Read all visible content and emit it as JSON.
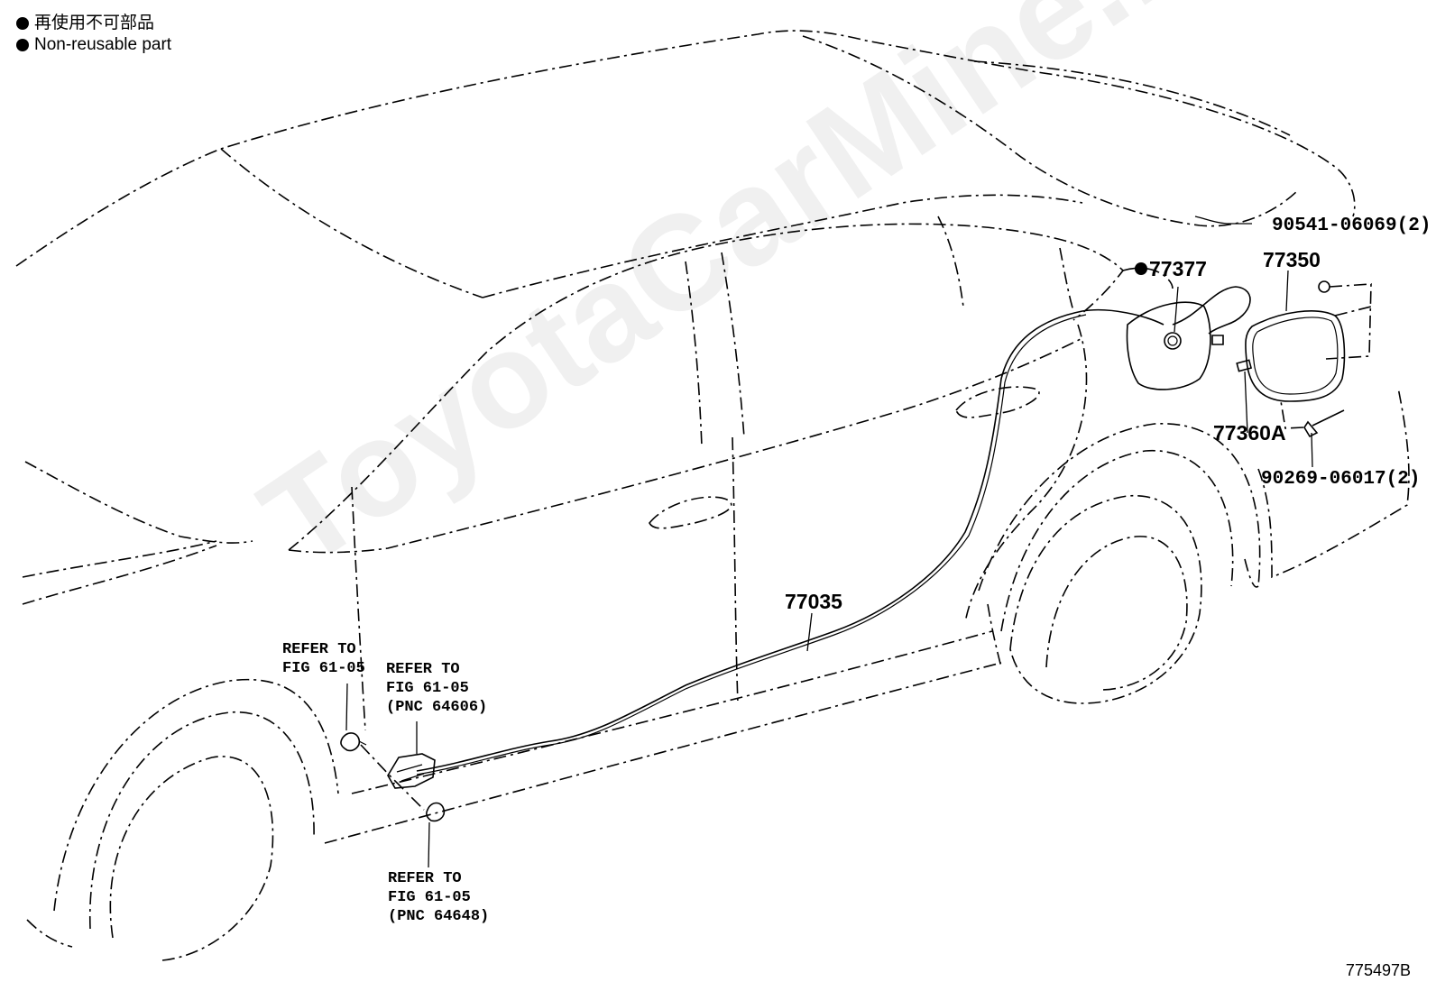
{
  "legend": {
    "ja": "再使用不可部品",
    "en": "Non-reusable part"
  },
  "parts": {
    "p90541": "90541-06069(2)",
    "p77377": "77377",
    "p77350": "77350",
    "p77360a": "77360A",
    "p90269": "90269-06017(2)",
    "p77035": "77035"
  },
  "references": {
    "ref1": [
      "REFER TO",
      "FIG 61-05"
    ],
    "ref2": [
      "REFER TO",
      "FIG 61-05",
      "(PNC 64606)"
    ],
    "ref3": [
      "REFER TO",
      "FIG 61-05",
      "(PNC 64648)"
    ]
  },
  "figure_id": "775497B",
  "watermark": "ToyotaCarMine.ru"
}
